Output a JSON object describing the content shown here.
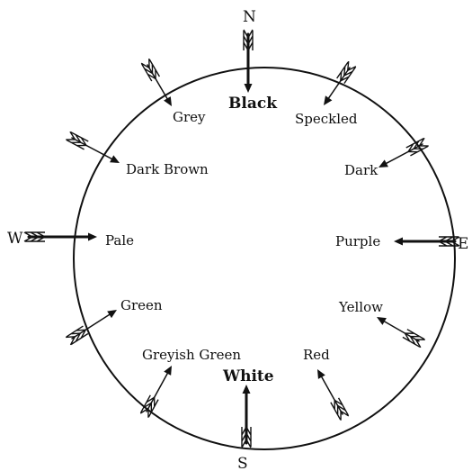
{
  "compass": {
    "north": "N",
    "south": "S",
    "east": "E",
    "west": "W"
  },
  "colours": {
    "black": "Black",
    "grey": "Grey",
    "speckled": "Speckled",
    "dark_brown": "Dark Brown",
    "dark": "Dark",
    "pale": "Pale",
    "purple": "Purple",
    "green": "Green",
    "yellow": "Yellow",
    "greyish_green": "Greyish Green",
    "white": "White",
    "red": "Red"
  },
  "palette": {
    "ink": "#111111",
    "background": "#ffffff"
  }
}
